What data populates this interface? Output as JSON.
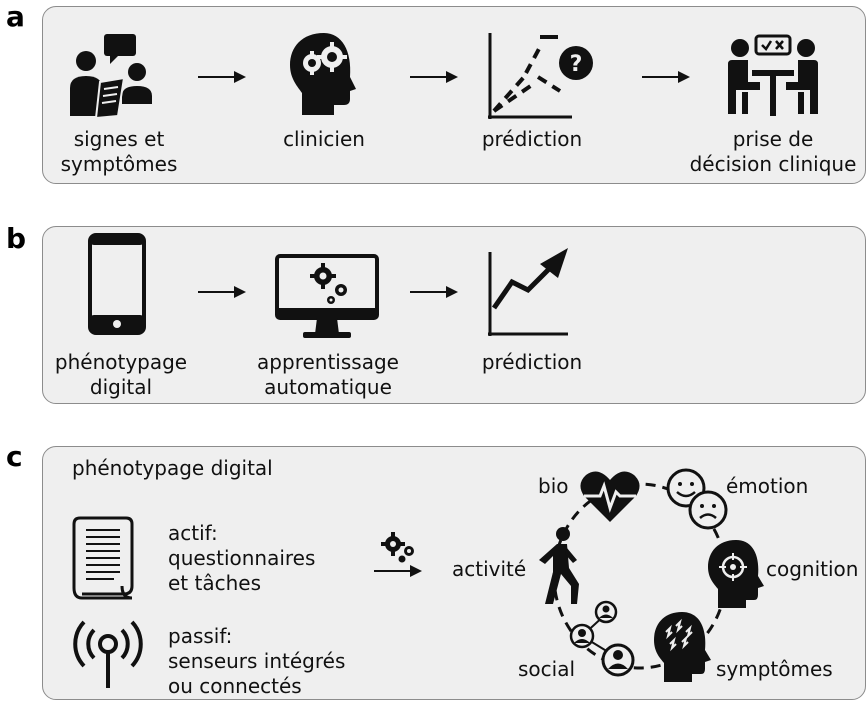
{
  "panels": {
    "a": {
      "letter": "a",
      "steps": [
        {
          "label": "signes et\nsymptômes",
          "icon": "people-talking-icon"
        },
        {
          "label": "clinicien",
          "icon": "head-gears-icon"
        },
        {
          "label": "prédiction",
          "icon": "question-chart-icon"
        },
        {
          "label": "prise de\ndécision clinique",
          "icon": "meeting-table-icon"
        }
      ]
    },
    "b": {
      "letter": "b",
      "steps": [
        {
          "label": "phénotypage\ndigital",
          "icon": "smartphone-icon"
        },
        {
          "label": "apprentissage\nautomatique",
          "icon": "monitor-gears-icon"
        },
        {
          "label": "prédiction",
          "icon": "rising-chart-icon"
        }
      ]
    },
    "c": {
      "letter": "c",
      "title": "phénotypage digital",
      "active": {
        "label": "actif:\nquestionnaires\net tâches",
        "icon": "document-scroll-icon"
      },
      "passive": {
        "label": "passif:\nsenseurs intégrés\nou connectés",
        "icon": "antenna-signal-icon"
      },
      "middle_icon": "gears-icon",
      "cycle": [
        {
          "label": "bio",
          "icon": "heart-pulse-icon"
        },
        {
          "label": "émotion",
          "icon": "faces-icon"
        },
        {
          "label": "cognition",
          "icon": "head-target-icon"
        },
        {
          "label": "symptômes",
          "icon": "head-lightning-icon"
        },
        {
          "label": "social",
          "icon": "network-people-icon"
        },
        {
          "label": "activité",
          "icon": "walking-person-icon"
        }
      ]
    }
  },
  "colors": {
    "panel_bg": "#efefef",
    "panel_border": "#8c8c8c",
    "ink": "#111111"
  }
}
